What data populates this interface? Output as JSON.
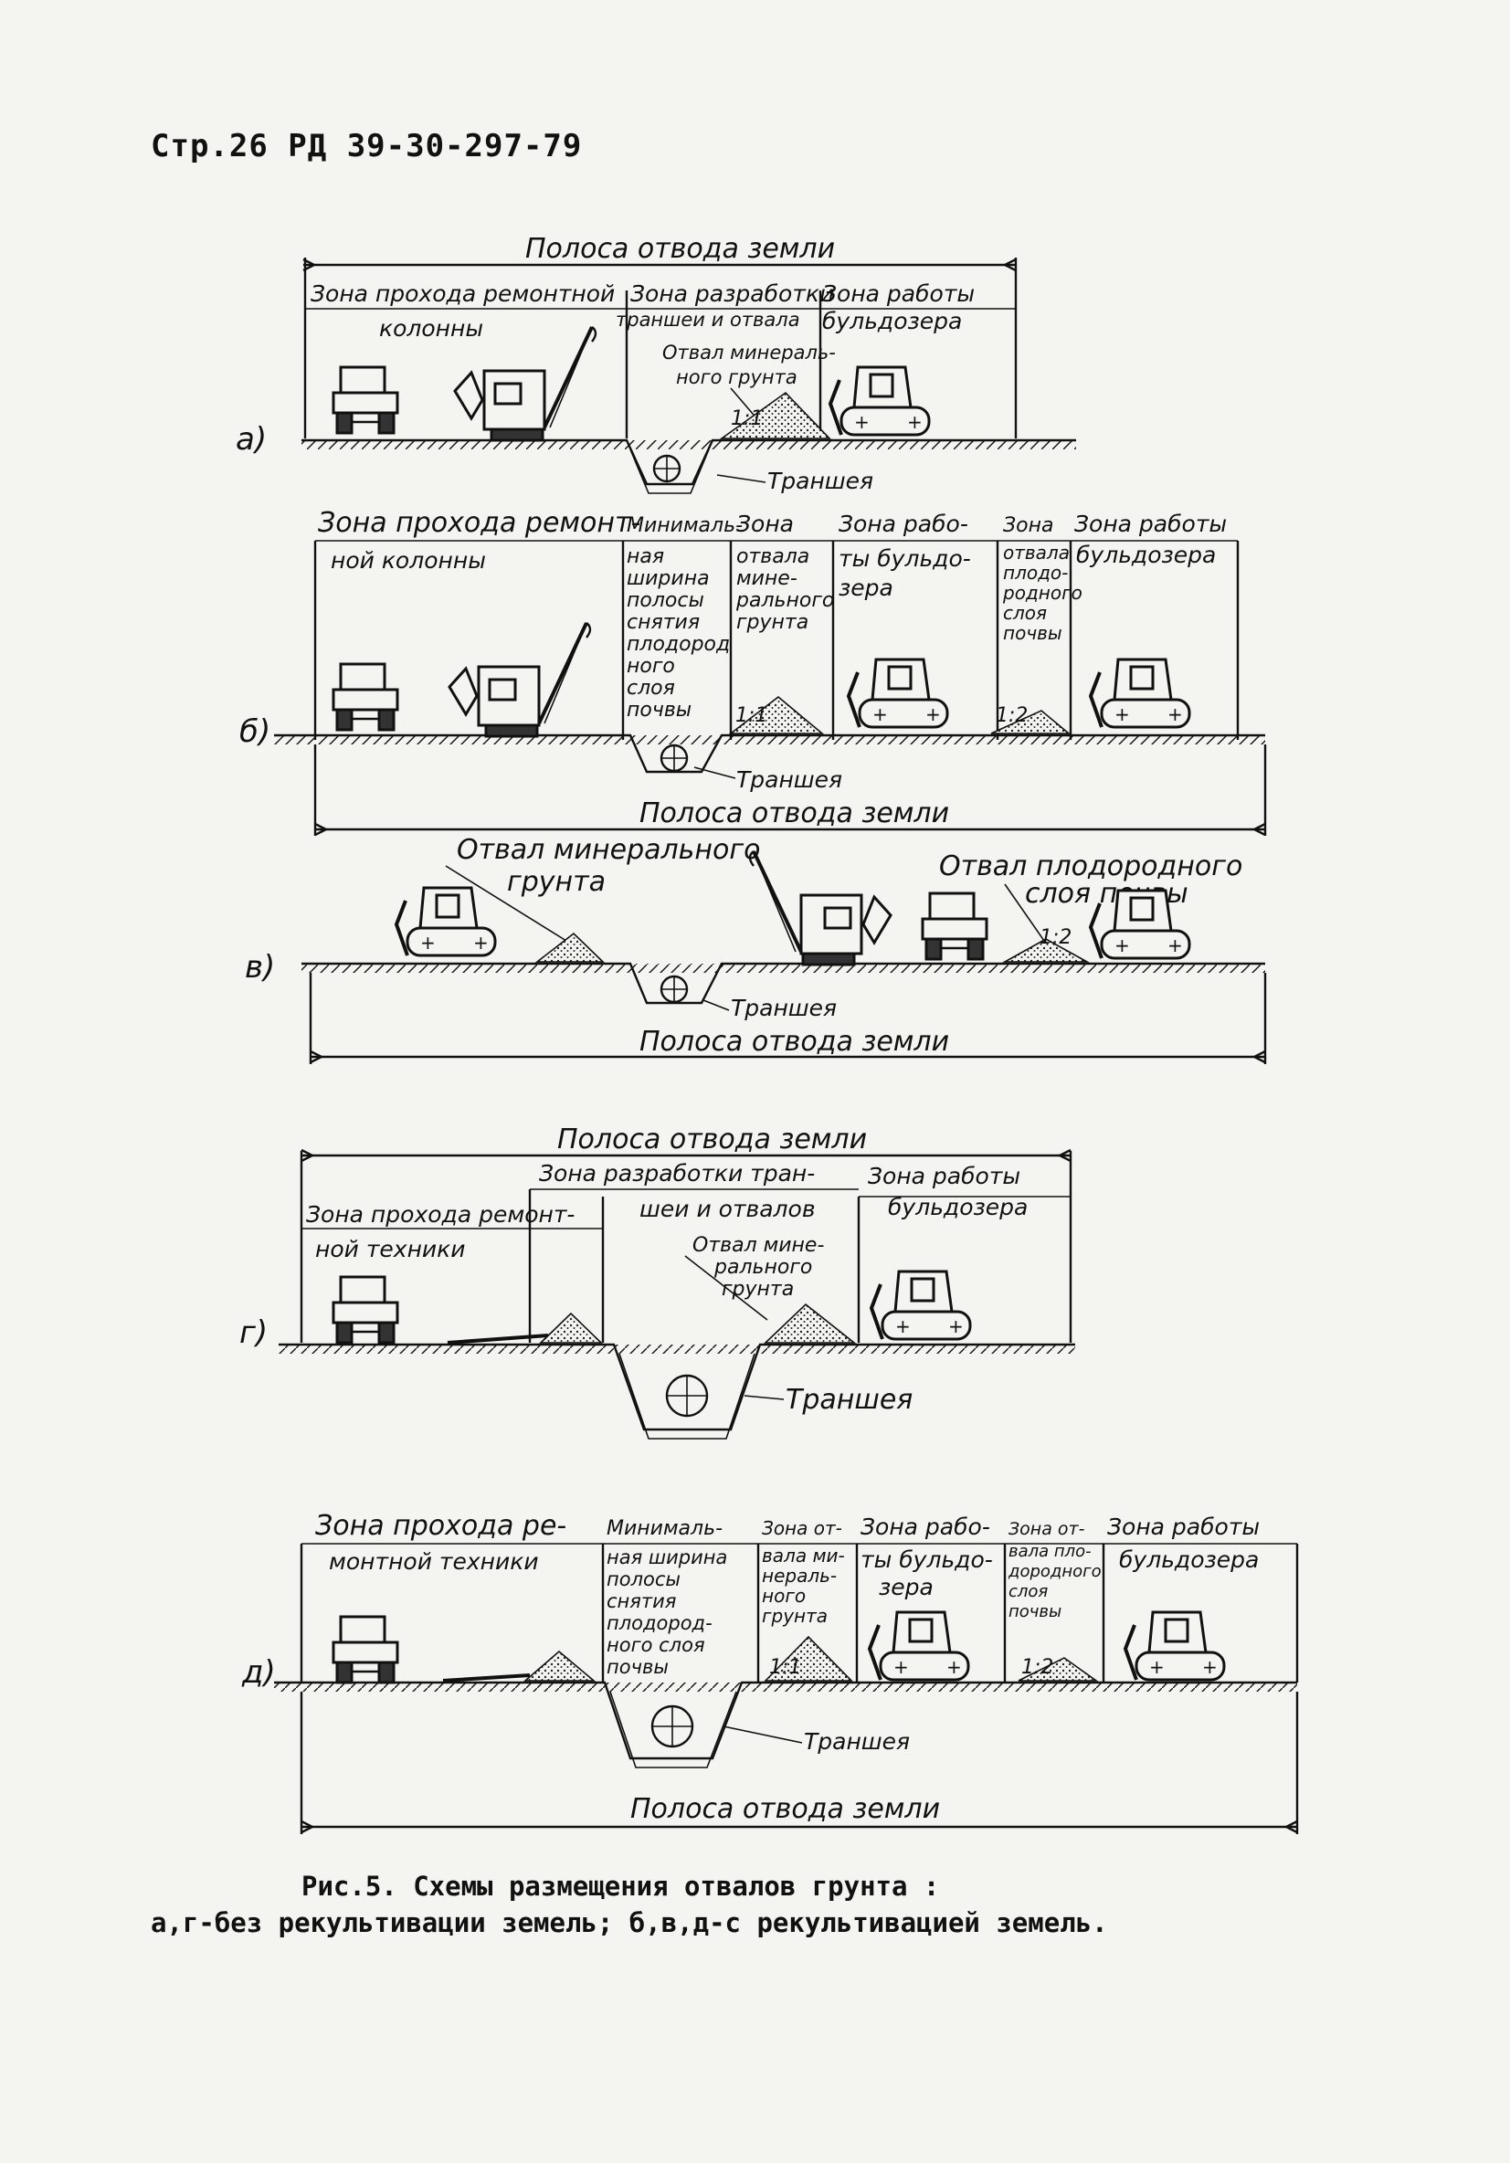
{
  "header": "Стр.26 РД 39-30-297-79",
  "panels": {
    "a": {
      "letter": "а)",
      "strip": "Полоса отвода земли",
      "zone1": [
        "Зона прохода ремонтной",
        "колонны"
      ],
      "zone2": [
        "Зона разработки",
        "траншеи и отвала"
      ],
      "zone3": [
        "Зона работы",
        "бульдозера"
      ],
      "spoil": [
        "Отвал минераль-",
        "ного грунта"
      ],
      "slope": "1:1",
      "trench": "Траншея"
    },
    "b": {
      "letter": "б)",
      "zone1": [
        "Зона прохода ремонт-",
        "ной колонны"
      ],
      "zone2": [
        "Минималь-",
        "ная",
        "ширина",
        "полосы",
        "снятия",
        "плодород",
        "ного",
        "слоя",
        "почвы"
      ],
      "zone3": [
        "Зона",
        "отвала",
        "мине-",
        "рального",
        "грунта"
      ],
      "zone4": [
        "Зона рабо-",
        "ты бульдо-",
        "зера"
      ],
      "zone5": [
        "Зона",
        "отвала",
        "плодо-",
        "родного",
        "слоя",
        "почвы"
      ],
      "zone6": [
        "Зона работы",
        "бульдозера"
      ],
      "slope1": "1:1",
      "slope2": "1:2",
      "trench": "Траншея",
      "strip": "Полоса отвода земли"
    },
    "v": {
      "letter": "в)",
      "spoil_mineral": [
        "Отвал минерального",
        "грунта"
      ],
      "spoil_fertile": [
        "Отвал плодородного",
        "слоя почвы"
      ],
      "slope": "1:2",
      "trench": "Траншея",
      "strip": "Полоса отвода земли"
    },
    "g": {
      "letter": "г)",
      "strip": "Полоса отвода земли",
      "zone1": [
        "Зона прохода ремонт-",
        "ной техники"
      ],
      "zone2": [
        "Зона разработки тран-",
        "шеи и отвалов"
      ],
      "zone3": [
        "Зона работы",
        "бульдозера"
      ],
      "spoil": [
        "Отвал мине-",
        "рального",
        "грунта"
      ],
      "trench": "Траншея"
    },
    "d": {
      "letter": "д)",
      "zone1": [
        "Зона прохода ре-",
        "монтной техники"
      ],
      "zone2": [
        "Минималь-",
        "ная ширина",
        "полосы",
        "снятия",
        "плодород-",
        "ного слоя",
        "почвы"
      ],
      "zone3": [
        "Зона от-",
        "вала ми-",
        "нераль-",
        "ного",
        "грунта"
      ],
      "zone4": [
        "Зона рабо-",
        "ты бульдо-",
        "зера"
      ],
      "zone5": [
        "Зона от-",
        "вала пло-",
        "дородного",
        "слоя",
        "почвы"
      ],
      "zone6": [
        "Зона работы",
        "бульдозера"
      ],
      "slope1": "1:1",
      "slope2": "1:2",
      "trench": "Траншея",
      "strip": "Полоса отвода земли"
    }
  },
  "caption": {
    "line1": "Рис.5. Схемы размещения отвалов грунта :",
    "line2": "а,г-без рекультивации земель; б,в,д-с рекультивацией земель."
  }
}
